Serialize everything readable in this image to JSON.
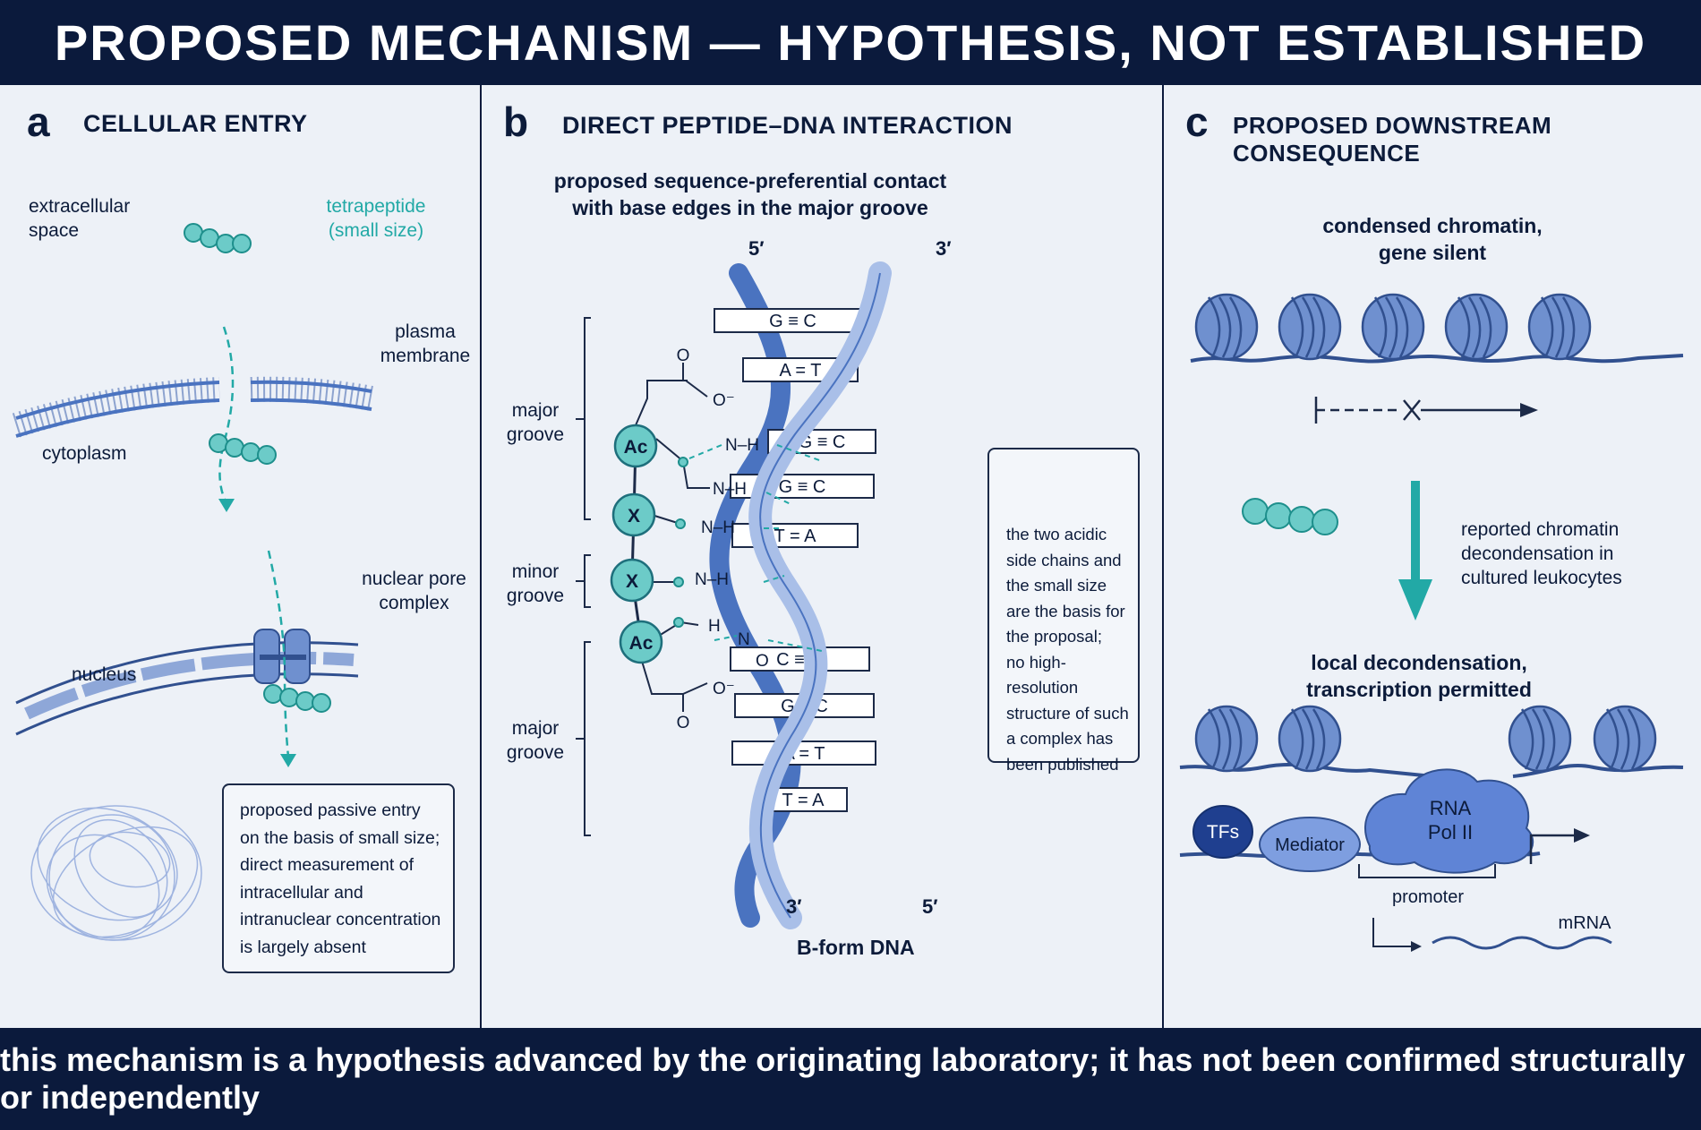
{
  "header": {
    "title": "PROPOSED MECHANISM — HYPOTHESIS, NOT ESTABLISHED"
  },
  "footer": {
    "text": "this mechanism is a hypothesis advanced by the originating laboratory; it has not been confirmed structurally or independently"
  },
  "panel_a": {
    "letter": "a",
    "title": "CELLULAR ENTRY",
    "extracellular": [
      "extracellular",
      "space"
    ],
    "tetrapeptide": [
      "tetrapeptide",
      "(small size)"
    ],
    "plasma_membrane": [
      "plasma",
      "membrane"
    ],
    "cytoplasm": "cytoplasm",
    "nuclear_pore": [
      "nuclear pore",
      "complex"
    ],
    "nucleus": "nucleus",
    "note": [
      "proposed passive entry",
      "on the basis of small size;",
      "direct measurement of",
      "intracellular and",
      "intranuclear concentration",
      "is largely absent"
    ]
  },
  "panel_b": {
    "letter": "b",
    "title": "DIRECT PEPTIDE–DNA INTERACTION",
    "subtitle": [
      "proposed sequence-preferential contact",
      "with base edges in the major groove"
    ],
    "end_5_top": "5′",
    "end_3_top": "3′",
    "end_3_bottom": "3′",
    "end_5_bottom": "5′",
    "base_pairs": [
      {
        "left": "G",
        "bond": "≡",
        "right": "C"
      },
      {
        "left": "A",
        "bond": "=",
        "right": "T"
      },
      {
        "left": "G",
        "bond": "≡",
        "right": "C"
      },
      {
        "left": "G",
        "bond": "≡",
        "right": "C"
      },
      {
        "left": "T",
        "bond": "=",
        "right": "A"
      },
      {
        "left": "C",
        "bond": "≡",
        "right": "G"
      },
      {
        "left": "G",
        "bond": "≡",
        "right": "C"
      },
      {
        "left": "A",
        "bond": "=",
        "right": "T"
      },
      {
        "left": "T",
        "bond": "=",
        "right": "A"
      }
    ],
    "groove_major_1": [
      "major",
      "groove"
    ],
    "groove_minor": [
      "minor",
      "groove"
    ],
    "groove_major_2": [
      "major",
      "groove"
    ],
    "residues": [
      "Ac",
      "X",
      "X",
      "Ac"
    ],
    "nh_labels": [
      "N–H",
      "N–H",
      "N–H",
      "N–H"
    ],
    "h_label": "H",
    "n_label": "N",
    "o_label": "O",
    "carboxyl_o": "O",
    "carboxyl_ominus": "O⁻",
    "dna_label": "B-form DNA",
    "note": [
      "the two acidic",
      "side chains and",
      "the small size",
      "are the basis for",
      "the proposal;",
      "no high-resolution",
      "structure of such",
      "a complex has",
      "been published"
    ]
  },
  "panel_c": {
    "letter": "c",
    "title": "PROPOSED DOWNSTREAM CONSEQUENCE",
    "silent_label": [
      "condensed chromatin,",
      "gene silent"
    ],
    "decond_report": [
      "reported chromatin",
      "decondensation in",
      "cultured leukocytes"
    ],
    "active_label": [
      "local decondensation,",
      "transcription permitted"
    ],
    "tfs": "TFs",
    "mediator": "Mediator",
    "rnapol": [
      "RNA",
      "Pol II"
    ],
    "promoter": "promoter",
    "mrna": "mRNA"
  },
  "colors": {
    "navy": "#0b1a3c",
    "teal": "#22a9a6",
    "bead": "#6ccbc8",
    "dna_blue": "#4a73c0",
    "nucleosome": "#6f90cf",
    "panel_bg": "#edf1f7"
  }
}
